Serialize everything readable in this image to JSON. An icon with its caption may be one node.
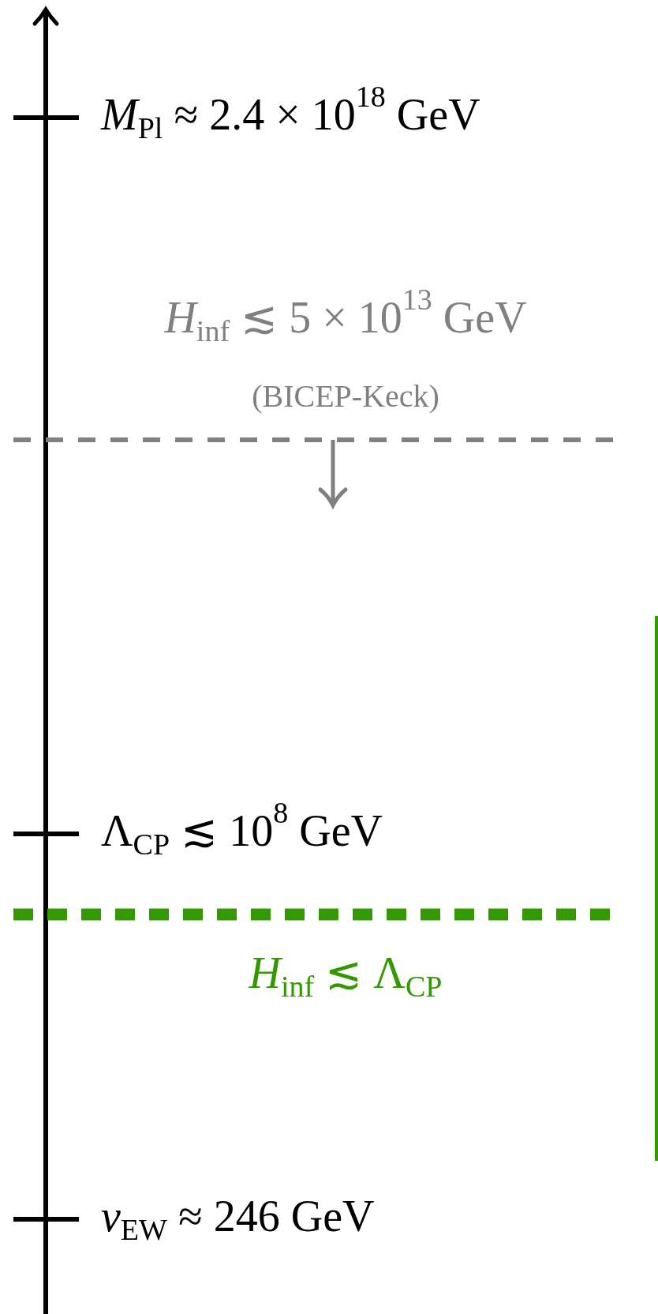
{
  "diagram": {
    "labels": [
      "*M*$_{Pl}$ ≈ 2.4 × 10$^{18}$ GeV",
      "*H*$_{inf}$ ≲ 5 × 10$^{13}$ GeV",
      "(BICEP-Keck)",
      "Λ$_{CP}$ ≲ 10$^{8}$ GeV",
      "*H*$_{inf}$ ≲ Λ$_{CP}$",
      "*v*$_{EW}$ ≈ 246 GeV"
    ]
  }
}
